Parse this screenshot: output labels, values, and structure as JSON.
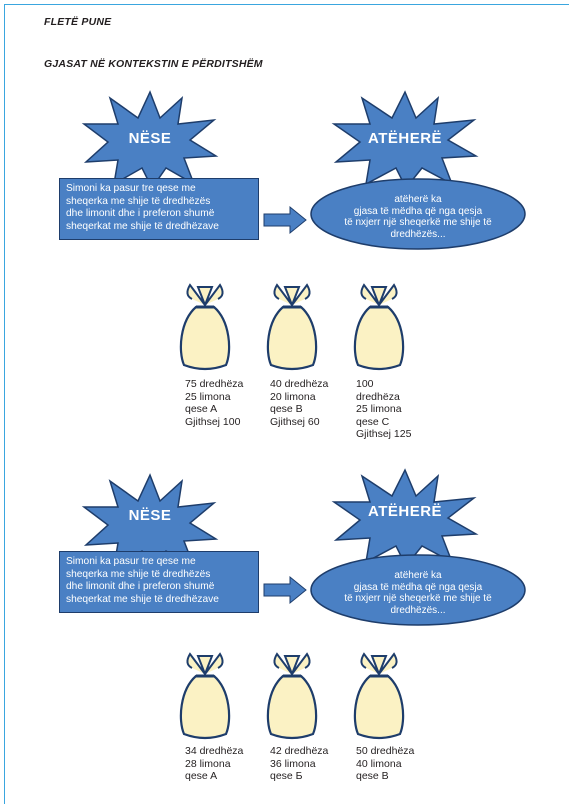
{
  "header": {
    "title": "FLETË PUNE",
    "subtitle": "GJASAT NË KONTEKSTIN E PËRDITSHËM"
  },
  "colors": {
    "star_fill": "#4a80c4",
    "star_stroke": "#1e3d6b",
    "bag_fill": "#fbf2c4",
    "bag_stroke": "#1e3d6b",
    "frame": "#3aa6df"
  },
  "sections": [
    {
      "if_label": "NËSE",
      "then_label": "ATËHERË",
      "if_lines": [
        "Simoni ka pasur tre qese me",
        "sheqerka me shije të dredhëzës",
        "dhe limonit dhe i preferon shumë",
        "sheqerkat me shije të dredhëzave"
      ],
      "then_lines": [
        "atëherë ka",
        "gjasa të mëdha që nga qesja",
        "të nxjerr një sheqerkë me shije të",
        "dredhëzës..."
      ],
      "bags": [
        {
          "lines": [
            "75 dredhëza",
            "25 limona",
            "qese A",
            "Gjithsej 100"
          ]
        },
        {
          "lines": [
            "40 dredhëza",
            "20 limona",
            "qese B",
            "Gjithsej 60"
          ]
        },
        {
          "lines": [
            "100",
            "dredhëza",
            "25 limona",
            "qese C",
            "Gjithsej 125"
          ]
        }
      ]
    },
    {
      "if_label": "NËSE",
      "then_label": "ATËHERË",
      "if_lines": [
        "Simoni ka pasur tre qese me",
        "sheqerka me shije të dredhëzës",
        "dhe limonit dhe i preferon shumë",
        "sheqerkat me shije të dredhëzave"
      ],
      "then_lines": [
        "atëherë ka",
        "gjasa të mëdha që nga qesja",
        "të nxjerr një sheqerkë me shije të",
        "dredhëzës..."
      ],
      "bags": [
        {
          "lines": [
            "34 dredhëza",
            "28 limona",
            "qese A"
          ]
        },
        {
          "lines": [
            "42 dredhëza",
            "36 limona",
            "qese Б"
          ]
        },
        {
          "lines": [
            "50 dredhëza",
            "40 limona",
            "qese B"
          ]
        }
      ]
    }
  ]
}
